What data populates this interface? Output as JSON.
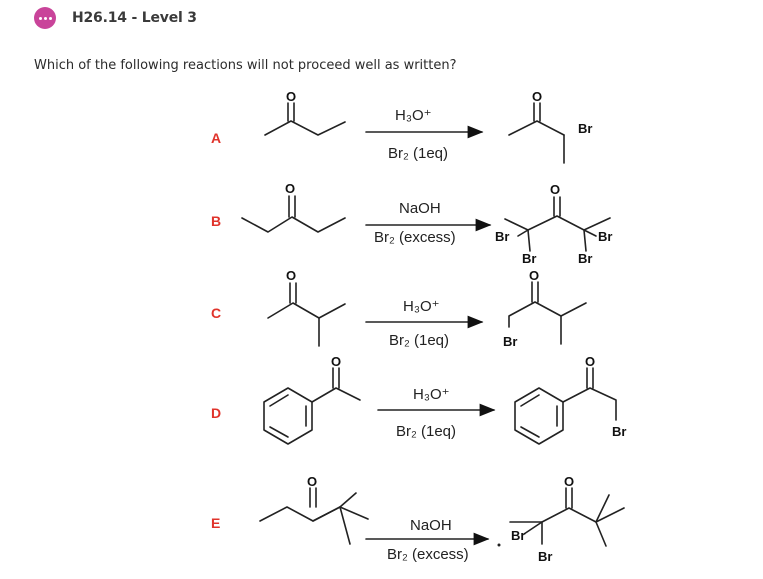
{
  "header": {
    "title": "H26.14 - Level 3",
    "icon": "chat-bubble-icon",
    "accent_color": "#c9449a"
  },
  "question": {
    "text": "Which of the following reactions will not proceed well as written?"
  },
  "choices": [
    {
      "letter": "A",
      "reagent_top": "H₃O⁺",
      "reagent_bottom": "Br₂ (1eq)"
    },
    {
      "letter": "B",
      "reagent_top": "NaOH",
      "reagent_bottom": "Br₂ (excess)"
    },
    {
      "letter": "C",
      "reagent_top": "H₃O⁺",
      "reagent_bottom": "Br₂ (1eq)"
    },
    {
      "letter": "D",
      "reagent_top": "H₃O⁺",
      "reagent_bottom": "Br₂ (1eq)"
    },
    {
      "letter": "E",
      "reagent_top": "NaOH",
      "reagent_bottom": "Br₂ (excess)"
    }
  ],
  "atoms": {
    "oxygen": "O",
    "bromine": "Br"
  },
  "letter_color": "#e0332b"
}
